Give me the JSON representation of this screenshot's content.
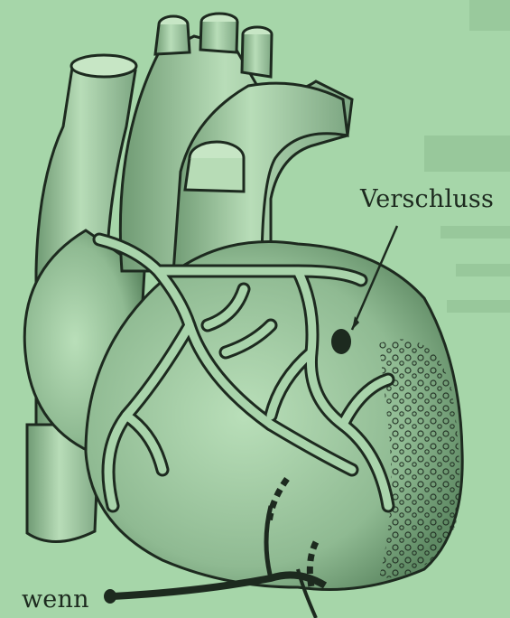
{
  "figure": {
    "subject": "heart-anatomy-illustration",
    "colors": {
      "background": "#a6d6a9",
      "tissue": "#b7dcb6",
      "tissue_shade": "#7fa882",
      "outline": "#1d2a1f",
      "vessel_fill": "#a9d4ab"
    }
  },
  "labels": {
    "occlusion": "Verschluss",
    "partial_word": "wenn"
  }
}
